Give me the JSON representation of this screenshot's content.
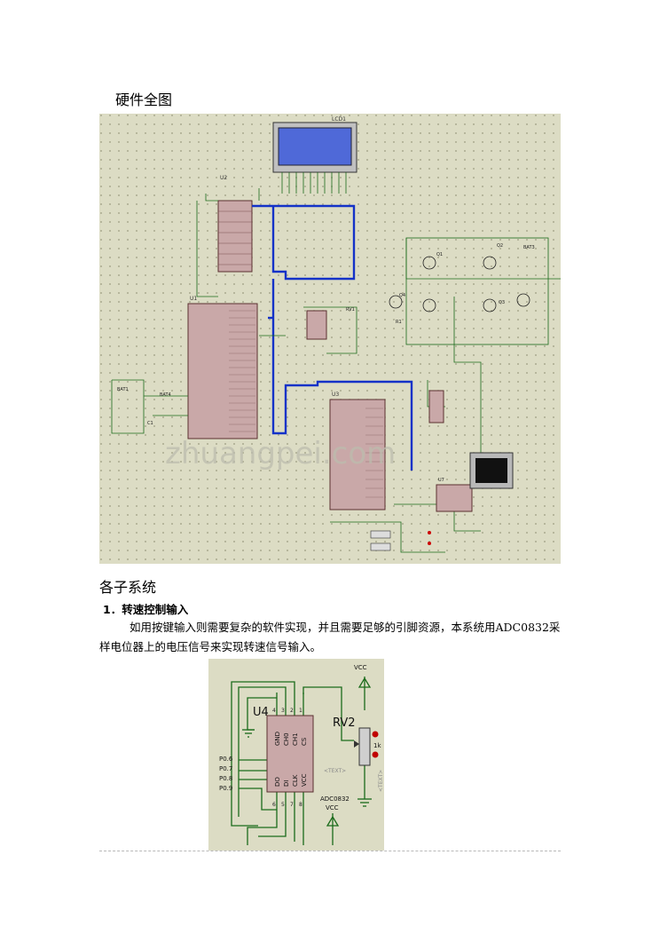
{
  "heading_main": "硬件全图",
  "heading_section": "各子系统",
  "subheading": "1．转速控制输入",
  "paragraph": "如用按键输入则需要复杂的软件实现，并且需要足够的引脚资源，本系统用ADC0832采样电位器上的电压信号来实现转速信号输入。",
  "figure1": {
    "watermark": "zhuangpei.com",
    "labels": {
      "lcd": "LCD1",
      "u1": "U1",
      "u3": "U3",
      "u2": "U2",
      "bat": "BAT1",
      "c1": "C1",
      "rv": "RV1",
      "q1": "Q1",
      "q2": "Q2",
      "q3": "Q3",
      "q4": "Q4",
      "r1": "R1",
      "bat3": "BAT3",
      "bat4": "BAT4",
      "u7": "U7"
    }
  },
  "figure2": {
    "u4": "U4",
    "rv2": "RV2",
    "vcc_top": "VCC",
    "vcc_bottom": "VCC",
    "chip": "ADC0832",
    "text_tag": "<TEXT>",
    "pot_value": "1k",
    "pins_top": [
      "GND",
      "CH0",
      "CH1",
      "CS"
    ],
    "pins_bottom": [
      "DO",
      "DI",
      "CLK",
      "VCC"
    ],
    "pin_nums_top": [
      "4",
      "3",
      "2",
      "1"
    ],
    "pin_nums_bottom": [
      "6",
      "5",
      "7",
      "8"
    ],
    "ports": [
      "P0.6",
      "P0.7",
      "P0.8",
      "P0.9"
    ]
  },
  "colors": {
    "schematic_bg": "#dcdcc4",
    "bus": "#1432c8",
    "wire": "#1b6b1b",
    "chip": "#c9a8a8",
    "lcd": "#4f69d8"
  }
}
